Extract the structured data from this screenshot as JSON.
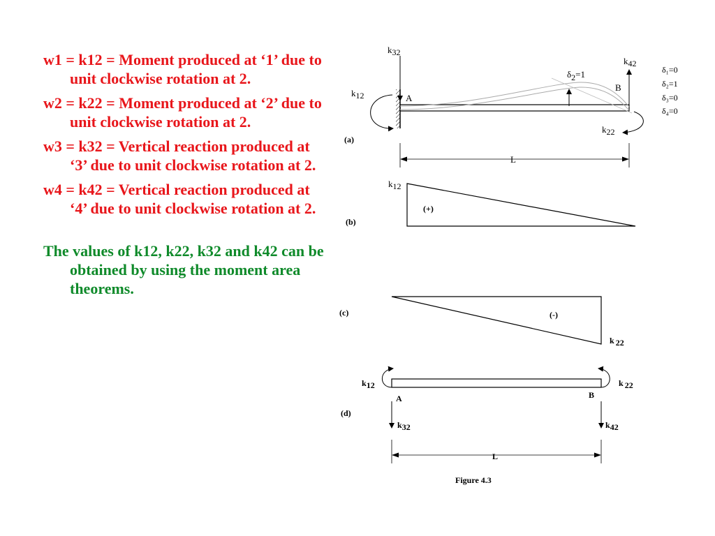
{
  "text": {
    "bullets": [
      "w1 = k12 = Moment produced at ‘1’ due to unit clockwise rotation at 2.",
      "w2 = k22 = Moment produced at ‘2’ due to unit clockwise rotation at 2.",
      "w3 = k32 = Vertical reaction produced at ‘3’ due to unit clockwise rotation at 2.",
      "w4 = k42 = Vertical reaction produced at ‘4’ due to unit clockwise rotation at 2."
    ],
    "summary": "The values of k12, k22, k32 and k42 can be obtained by using the moment area theorems.",
    "bullet_color": "#e8161b",
    "summary_color": "#0f8a2a"
  },
  "figure": {
    "caption": "Figure 4.3",
    "a": {
      "label": "(a)",
      "k": "k",
      "s12": "12",
      "s22": "22",
      "s32": "32",
      "s42": "42",
      "end_A": "A",
      "end_B": "B",
      "delta": "δ",
      "delta_sub": "2",
      "delta_value": "=1",
      "conditions": [
        "δ₁=0",
        "δ₂=1",
        "δ₃=0",
        "δ₄=0"
      ],
      "span": "L"
    },
    "b": {
      "label": "(b)",
      "k": "k",
      "sub": "12",
      "sign": "(+)"
    },
    "c": {
      "label": "(c)",
      "k": "k",
      "sub": "22",
      "sign": "(-)"
    },
    "d": {
      "label": "(d)",
      "k": "k",
      "s12": "12",
      "s22": "22",
      "s32": "32",
      "s42": "42",
      "end_A": "A",
      "end_B": "B",
      "span": "L"
    }
  }
}
